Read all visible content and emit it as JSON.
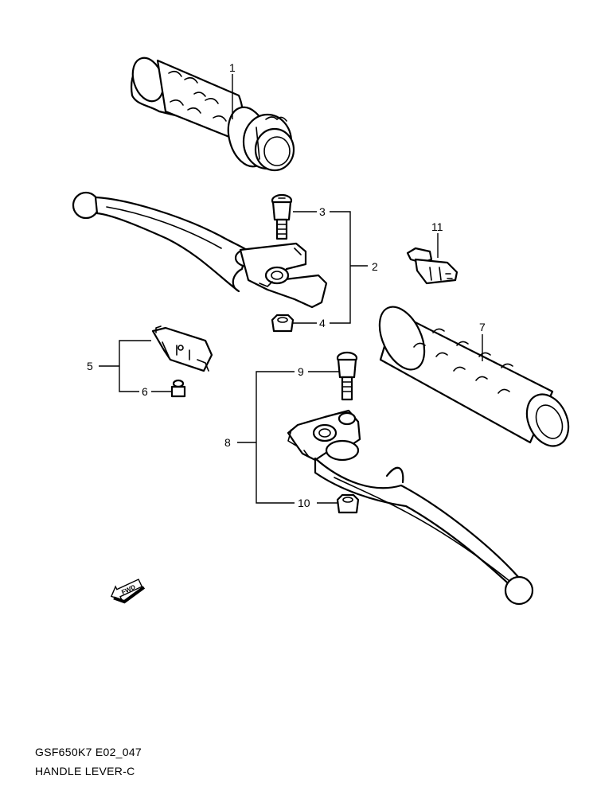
{
  "callouts": {
    "c1": "1",
    "c2": "2",
    "c3": "3",
    "c4": "4",
    "c5": "5",
    "c6": "6",
    "c7": "7",
    "c8": "8",
    "c9": "9",
    "c10": "10",
    "c11": "11"
  },
  "fwd_label": "FWD",
  "footer": {
    "code": "GSF650K7 E02_047",
    "title": "HANDLE LEVER-C"
  }
}
